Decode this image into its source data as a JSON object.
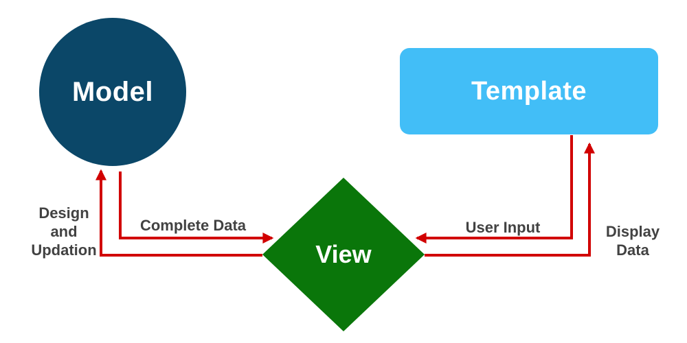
{
  "colors": {
    "background": "#ffffff",
    "model-fill": "#0b4768",
    "template-fill": "#42bef7",
    "view-fill": "#0a760a",
    "arrow": "#d10000",
    "label-text": "#424242",
    "node-text": "#ffffff"
  },
  "nodes": {
    "model": {
      "label": "Model",
      "shape": "circle"
    },
    "template": {
      "label": "Template",
      "shape": "rounded-rectangle"
    },
    "view": {
      "label": "View",
      "shape": "diamond"
    }
  },
  "edges": [
    {
      "from": "View",
      "to": "Model",
      "label_lines": [
        "Design",
        "and",
        "Updation"
      ]
    },
    {
      "from": "Model",
      "to": "View",
      "label_lines": [
        "Complete Data"
      ]
    },
    {
      "from": "Template",
      "to": "View",
      "label_lines": [
        "User Input"
      ]
    },
    {
      "from": "View",
      "to": "Template",
      "label_lines": [
        "Display",
        "Data"
      ]
    }
  ]
}
